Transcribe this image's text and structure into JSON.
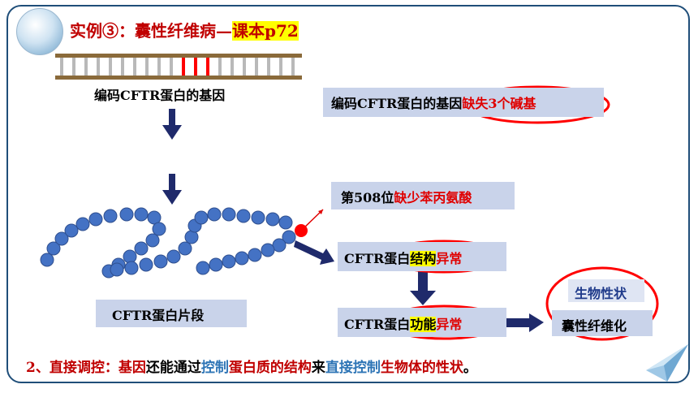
{
  "header": {
    "title_prefix": "实例③：囊性纤维病—",
    "title_highlight": "课本p72"
  },
  "dna_label": "编码CFTR蛋白的基因",
  "mutation_box": {
    "normal": "编码CFTR蛋白的基因",
    "red": "缺失3个碱基"
  },
  "aa_box": {
    "normal": "第508位",
    "red": "缺少苯丙氨酸"
  },
  "protein_label": "CFTR蛋白片段",
  "structure_box": {
    "prefix": "CFTR蛋白",
    "highlight": "结构",
    "red": "异常"
  },
  "function_box": {
    "prefix": "CFTR蛋白",
    "highlight": "功能",
    "red": "异常"
  },
  "trait_title": "生物性状",
  "trait_box": "囊性纤维化",
  "footer": {
    "p1": "2、直接调控：",
    "p2": "基因",
    "p3": "还能通过",
    "p4": "控制",
    "p5": "蛋白质的结构",
    "p6": "来",
    "p7": "直接控制",
    "p8": "生物体的性状",
    "p9": "。"
  },
  "colors": {
    "title_red": "#c00000",
    "bead_blue": "#4472c4",
    "bead_red": "#ff0000",
    "arrow_navy": "#1f2a6b",
    "box_fill": "#c9d3ea",
    "ellipse_red": "#ff0000"
  },
  "icons": [
    "paper-plane-icon",
    "globe-logo-icon"
  ]
}
